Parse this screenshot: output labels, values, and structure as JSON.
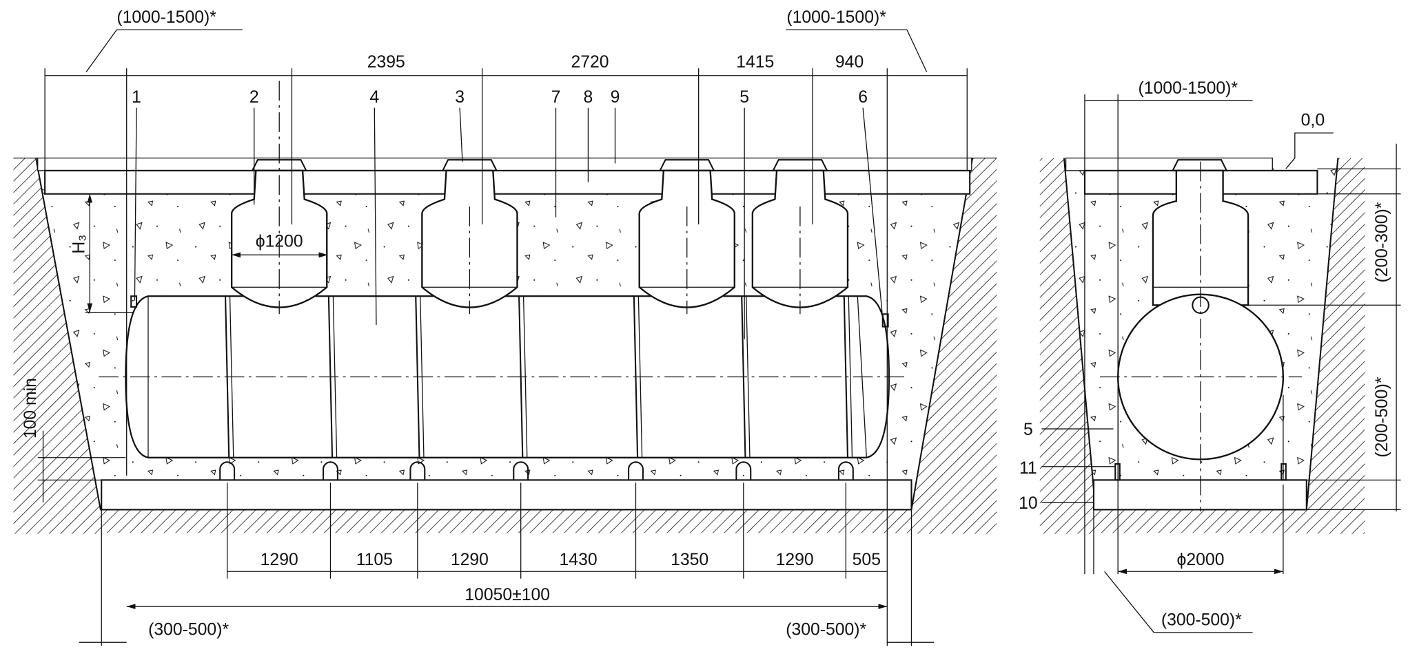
{
  "title": "Underground horizontal tank installation drawing",
  "side_view": {
    "top_dims": [
      "2395",
      "2720",
      "1415",
      "940"
    ],
    "offset_top_left": "(1000-1500)*",
    "offset_top_right": "(1000-1500)*",
    "callouts": [
      "1",
      "2",
      "4",
      "3",
      "7",
      "8",
      "9",
      "5",
      "6"
    ],
    "riser_diameter": "ϕ1200",
    "h3_label": "H₃",
    "min_label": "100 min",
    "bottom_dims": [
      "1290",
      "1105",
      "1290",
      "1430",
      "1350",
      "1290",
      "505"
    ],
    "overall_length": "10050±100",
    "offset_bottom_left": "(300-500)*",
    "offset_bottom_right": "(300-500)*"
  },
  "end_view": {
    "offset_top": "(1000-1500)*",
    "level_label": "0,0",
    "cover_depth": "(200-300)*",
    "base_gap": "(200-500)*",
    "tank_diameter": "ϕ2000",
    "offset_bottom": "(300-500)*",
    "callouts": [
      "5",
      "11",
      "10"
    ]
  }
}
